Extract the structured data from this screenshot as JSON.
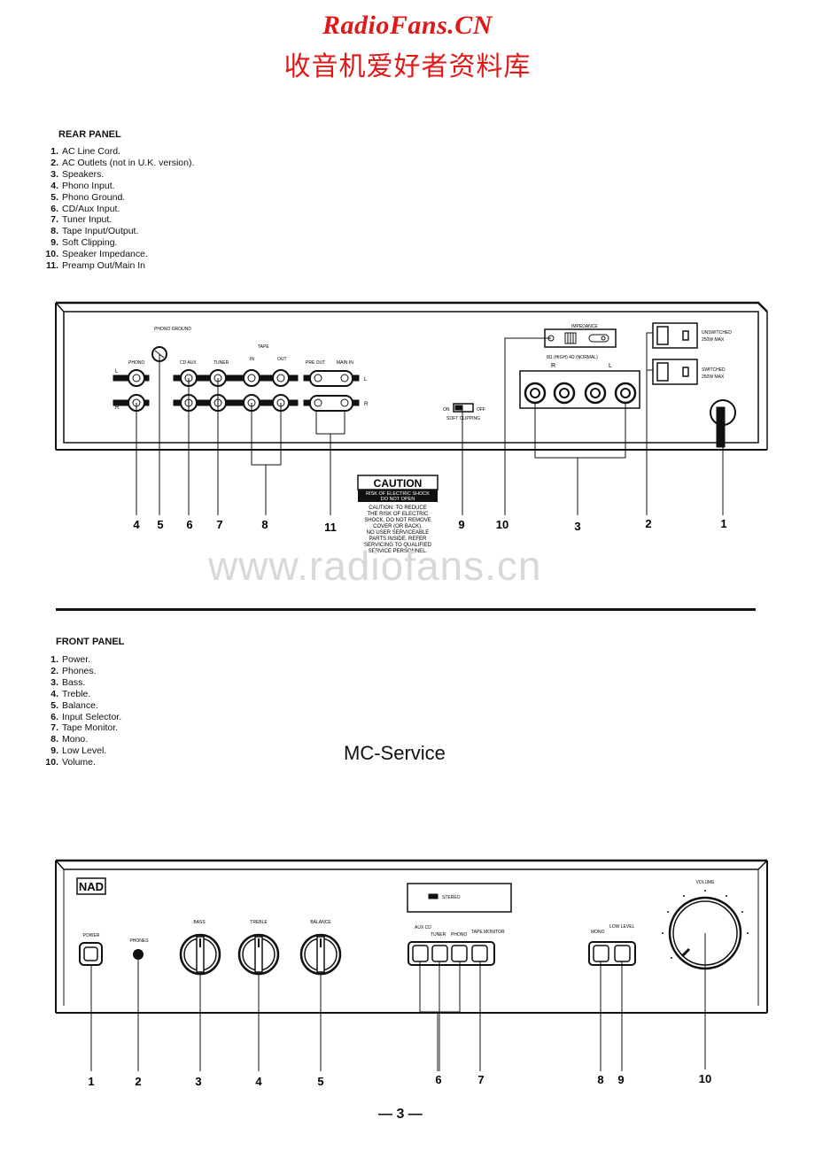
{
  "header": {
    "title_en": "RadioFans.CN",
    "title_cn": "收音机爱好者资料库"
  },
  "rear_panel": {
    "title": "REAR PANEL",
    "items": [
      {
        "num": "1.",
        "label": "AC Line Cord."
      },
      {
        "num": "2.",
        "label": "AC Outlets (not in U.K. version)."
      },
      {
        "num": "3.",
        "label": "Speakers."
      },
      {
        "num": "4.",
        "label": "Phono Input."
      },
      {
        "num": "5.",
        "label": "Phono Ground."
      },
      {
        "num": "6.",
        "label": "CD/Aux Input."
      },
      {
        "num": "7.",
        "label": "Tuner Input."
      },
      {
        "num": "8.",
        "label": "Tape Input/Output."
      },
      {
        "num": "9.",
        "label": "Soft Clipping."
      },
      {
        "num": "10.",
        "label": "Speaker Impedance."
      },
      {
        "num": "11.",
        "label": "Preamp Out/Main In"
      }
    ],
    "diagram": {
      "labels": {
        "phono": "PHONO",
        "phono_ground": "PHONO GROUND",
        "cd_aux": "CD AUX",
        "tuner": "TUNER",
        "tape": "TAPE",
        "tape_in": "IN",
        "tape_out": "OUT",
        "pre_out": "PRE OUT",
        "main_in": "MAIN IN",
        "l": "L",
        "r": "R",
        "impedance": "IMPEDANCE",
        "impedance_values": "8Ω (HIGH)    4Ω (NORMAL)",
        "unswitched": "UNSWITCHED",
        "switched": "SWITCHED",
        "outlet_rating": "250W MAX",
        "soft_on": "ON",
        "soft_off": "OFF",
        "soft_clipping": "SOFT CLIPPING",
        "caution_title": "CAUTION",
        "caution_shock": "RISK OF ELECTRIC SHOCK",
        "caution_open": "DO NOT OPEN",
        "caution_text": [
          "CAUTION: TO REDUCE",
          "THE RISK OF ELECTRIC",
          "SHOCK, DO NOT REMOVE",
          "COVER (OR BACK).",
          "NO USER SERVICEABLE",
          "PARTS INSIDE. REFER",
          "SERVICING TO QUALIFIED",
          "SERVICE PERSONNEL."
        ]
      },
      "callouts": [
        "4",
        "5",
        "6",
        "7",
        "8",
        "11",
        "9",
        "10",
        "3",
        "2",
        "1"
      ]
    }
  },
  "watermark": "www.radiofans.cn",
  "front_panel": {
    "title": "FRONT PANEL",
    "items": [
      {
        "num": "1.",
        "label": "Power."
      },
      {
        "num": "2.",
        "label": "Phones."
      },
      {
        "num": "3.",
        "label": "Bass."
      },
      {
        "num": "4.",
        "label": "Treble."
      },
      {
        "num": "5.",
        "label": "Balance."
      },
      {
        "num": "6.",
        "label": "Input Selector."
      },
      {
        "num": "7.",
        "label": "Tape Monitor."
      },
      {
        "num": "8.",
        "label": "Mono."
      },
      {
        "num": "9.",
        "label": "Low Level."
      },
      {
        "num": "10.",
        "label": "Volume."
      }
    ],
    "diagram": {
      "labels": {
        "logo": "NAD",
        "power": "POWER",
        "phones": "PHONES",
        "bass": "BASS",
        "treble": "TREBLE",
        "balance": "BALANCE",
        "display": "STEREO",
        "aux_cd": "AUX CD",
        "tuner": "TUNER",
        "phono": "PHONO",
        "tape_monitor": "TAPE MONITOR",
        "mono": "MONO",
        "low_level": "LOW LEVEL",
        "volume": "VOLUME"
      },
      "callouts": [
        "1",
        "2",
        "3",
        "4",
        "5",
        "6",
        "7",
        "8",
        "9",
        "10"
      ]
    }
  },
  "service_label": "MC-Service",
  "page_number": "— 3 —"
}
